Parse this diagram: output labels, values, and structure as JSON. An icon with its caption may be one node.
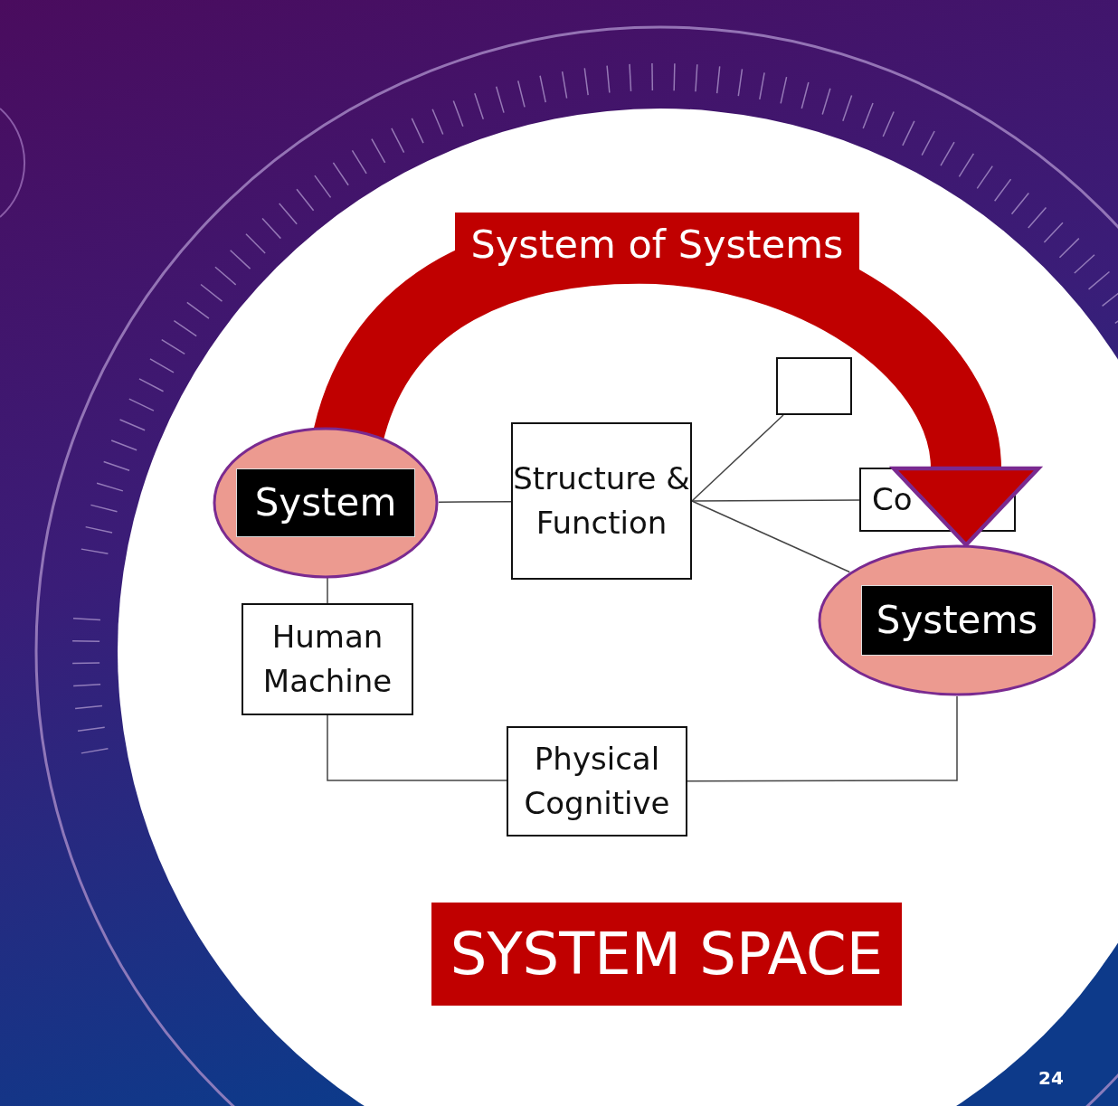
{
  "diagram": {
    "nodes": [
      {
        "text": [
          "System"
        ]
      },
      {
        "text": [
          "Structure & Function"
        ]
      },
      {
        "text": [],
        "shape": "box"
      },
      {
        "text": [
          "Co"
        ]
      },
      {
        "text": [
          "Systems"
        ]
      },
      {
        "text": [
          "Human Machine"
        ]
      },
      {
        "text": [
          "Physical Cognitive"
        ]
      }
    ],
    "edges": [
      {
        "from": 0,
        "to": 1,
        "arrow": "none"
      },
      {
        "from": 1,
        "to": 2,
        "arrow": "none"
      },
      {
        "from": 1,
        "to": 3,
        "arrow": "none"
      },
      {
        "from": 1,
        "to": 4,
        "arrow": "none"
      },
      {
        "from": 0,
        "to": 5,
        "arrow": "none"
      },
      {
        "from": 5,
        "to": 6,
        "arrow": "none"
      },
      {
        "from": 6,
        "to": 4,
        "arrow": "none"
      },
      {
        "from": 0,
        "to": 4,
        "arrow": "to",
        "style": "thick",
        "color": "#c00000",
        "label": "System of Systems"
      }
    ],
    "labels": [
      "SYSTEM SPACE",
      "24"
    ]
  }
}
